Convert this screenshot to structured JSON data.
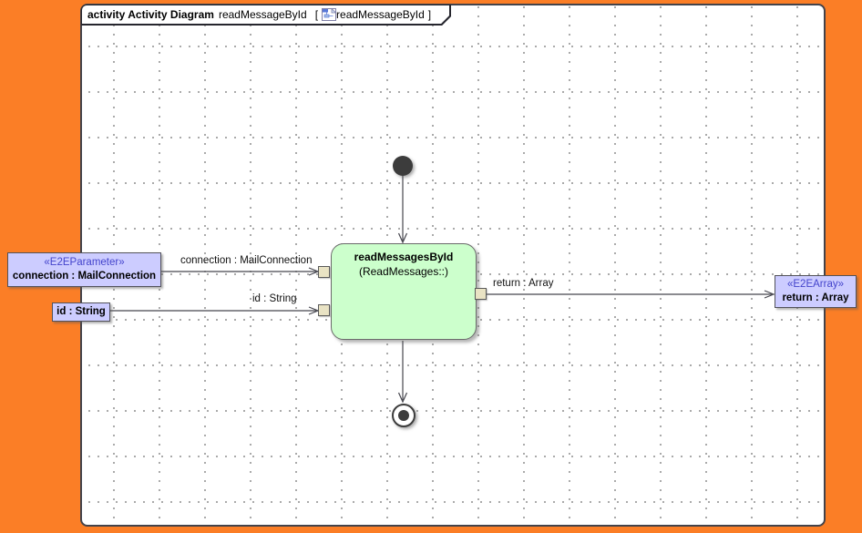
{
  "frame_tab": {
    "kind": "activity Activity Diagram",
    "name": "readMessageById",
    "open_bracket": "[",
    "icon": "activity-diagram-icon",
    "inner_name": "readMessageById",
    "close_bracket": "]"
  },
  "action_node": {
    "name": "readMessagesById",
    "qualifier": "(ReadMessages::)"
  },
  "object_nodes": [
    {
      "stereotype": "«E2EParameter»",
      "name": "connection : MailConnection"
    },
    {
      "stereotype": "",
      "name": "id : String"
    },
    {
      "stereotype": "«E2EArray»",
      "name": "return : Array"
    }
  ],
  "edge_labels": [
    {
      "text": "connection : MailConnection"
    },
    {
      "text": "id : String"
    },
    {
      "text": "return : Array"
    }
  ],
  "colors": {
    "desktop-orange": "#fb7e26",
    "canvas-bg": "#ffffff",
    "frame-border": "#43434b",
    "grid-dot": "#9a9a9a",
    "action-fill": "#ccffcc",
    "action-border": "#6a6a6a",
    "object-fill": "#ccccff",
    "object-border": "#52525a",
    "stereotype-text": "#4444cc",
    "pin-fill": "#e9e3c4",
    "pin-border": "#5a5a5a",
    "edge-stroke": "#46464e",
    "node-dark": "#3c3c3c"
  }
}
